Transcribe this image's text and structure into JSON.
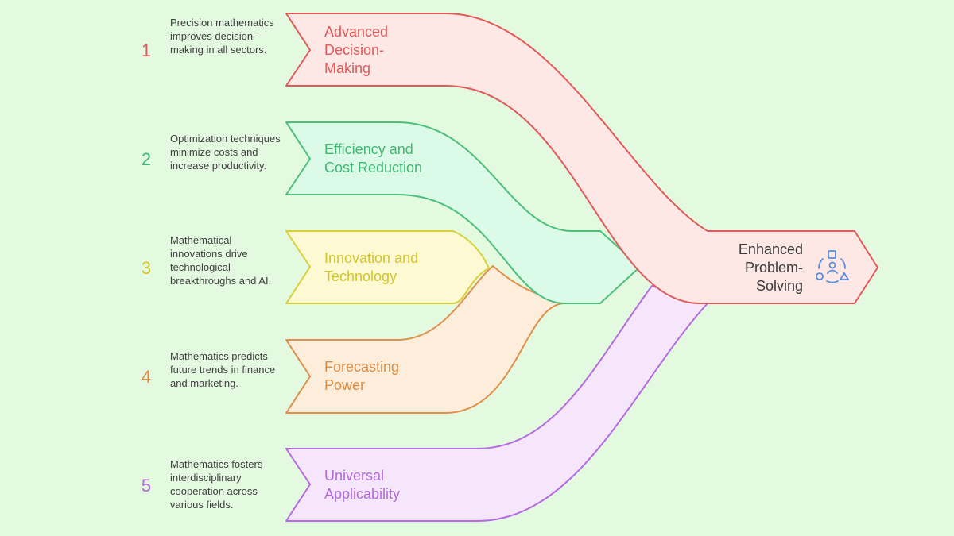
{
  "items": [
    {
      "number": "1",
      "description": "Precision mathematics improves decision-making in all sectors.",
      "label": "Advanced Decision-Making",
      "stroke": "#e05a5a",
      "fill": "#fde8e6",
      "text_color": "#e05a5a"
    },
    {
      "number": "2",
      "description": "Optimization techniques minimize costs and increase productivity.",
      "label": "Efficiency and Cost Reduction",
      "stroke": "#4cbf7a",
      "fill": "#dbfbe8",
      "text_color": "#3fb872"
    },
    {
      "number": "3",
      "description": "Mathematical innovations drive technological breakthroughs and AI.",
      "label": "Innovation and Technology",
      "stroke": "#d9cf3a",
      "fill": "#fdf9d2",
      "text_color": "#d4c52a"
    },
    {
      "number": "4",
      "description": "Mathematics predicts future trends in finance and marketing.",
      "label": "Forecasting Power",
      "stroke": "#e0904a",
      "fill": "#fdeedc",
      "text_color": "#df8b42"
    },
    {
      "number": "5",
      "description": "Mathematics fosters interdisciplinary cooperation across various fields.",
      "label": "Universal Applicability",
      "stroke": "#b46ae0",
      "fill": "#f6e6fb",
      "text_color": "#b06ad8"
    }
  ],
  "target": {
    "label": "Enhanced Problem-Solving",
    "icon": "shapes-people-icon",
    "icon_color": "#5a8ad8"
  }
}
